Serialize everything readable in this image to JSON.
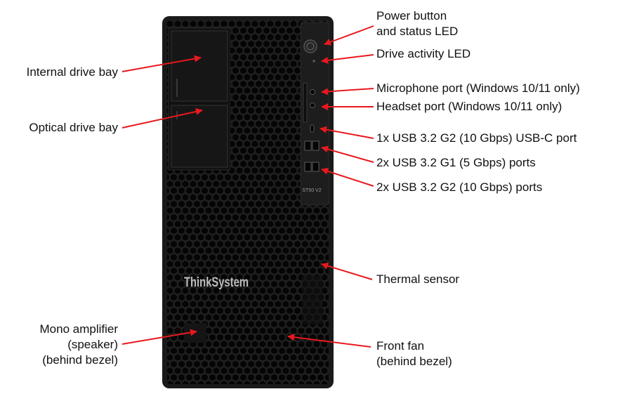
{
  "brand": "ThinkSystem",
  "model_badge": "ST50 V2",
  "labels": {
    "power_button": [
      "Power button",
      "and status LED"
    ],
    "drive_activity": "Drive activity LED",
    "microphone_port": "Microphone port (Windows 10/11 only)",
    "headset_port": "Headset port (Windows 10/11 only)",
    "usb_c": "1x USB 3.2 G2 (10 Gbps) USB-C port",
    "usb_g1": "2x USB 3.2 G1 (5 Gbps) ports",
    "usb_g2": "2x USB 3.2 G2 (10 Gbps) ports",
    "thermal_sensor": "Thermal sensor",
    "front_fan": [
      "Front fan",
      "(behind bezel)"
    ],
    "internal_drive_bay": "Internal drive bay",
    "optical_drive_bay": "Optical drive bay",
    "mono_amplifier": [
      "Mono amplifier",
      "(speaker)",
      "(behind bezel)"
    ]
  },
  "colors": {
    "arrow": "#e8191e",
    "chassis": "#1c1c1c",
    "hex_hole": "#060606",
    "text": "#111111"
  }
}
